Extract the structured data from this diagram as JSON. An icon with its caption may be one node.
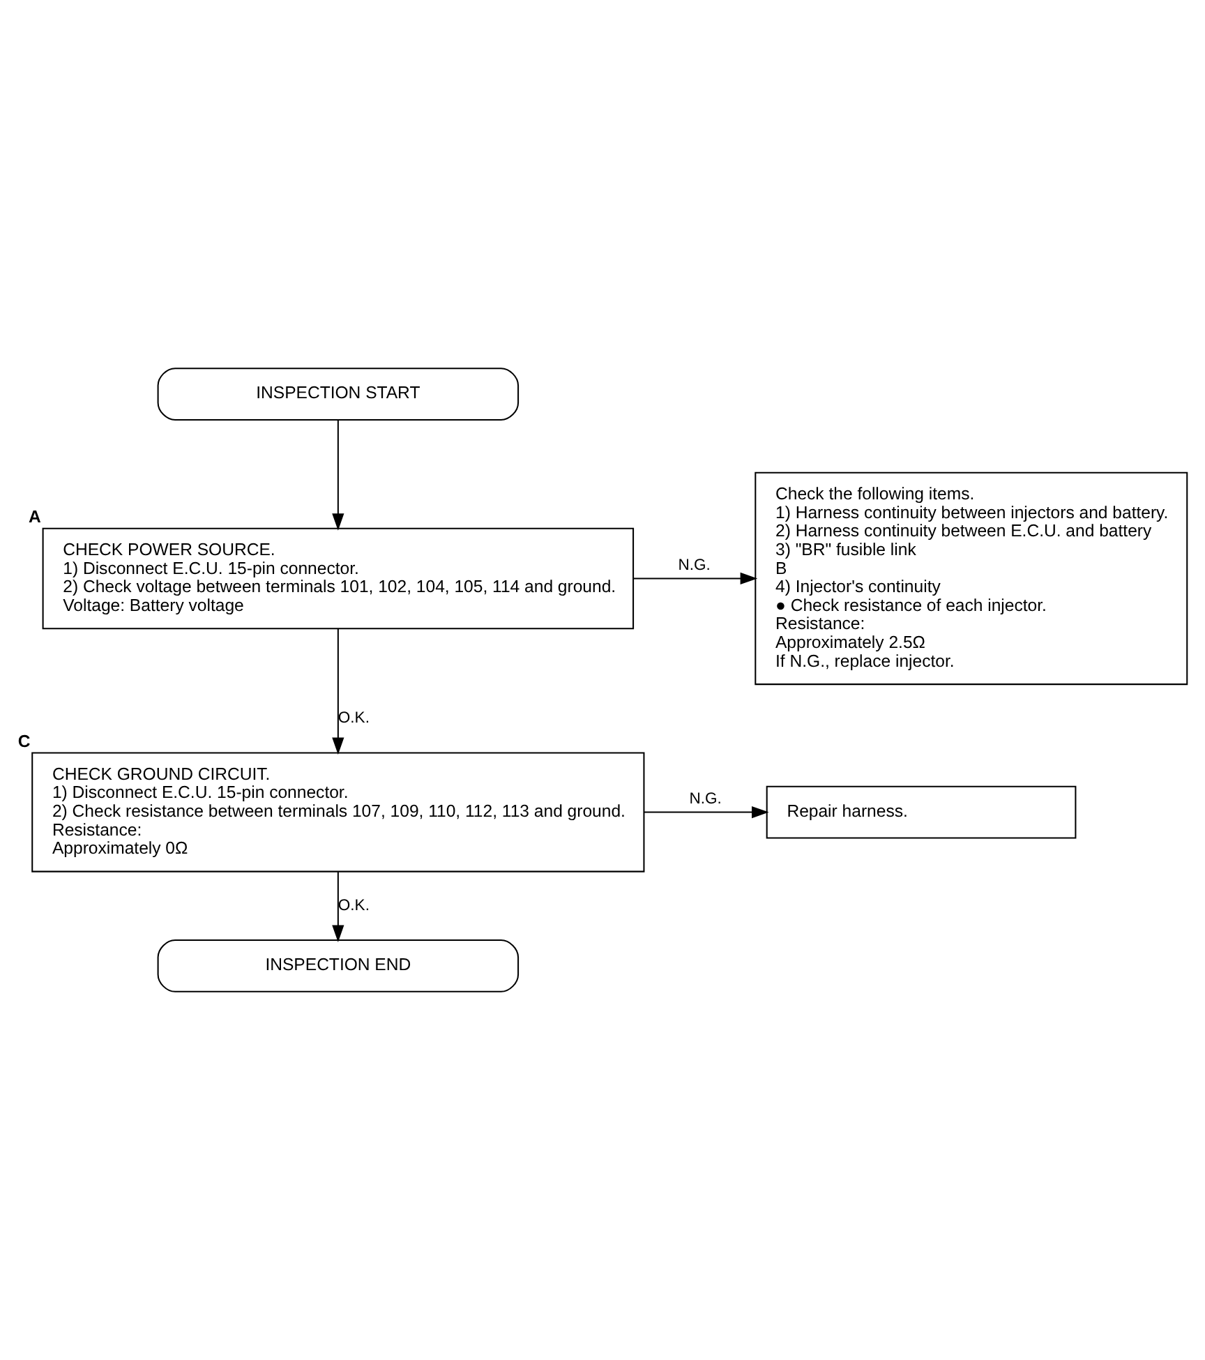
{
  "diagram": {
    "nodes": [
      {
        "text": [
          "INSPECTION START"
        ]
      },
      {
        "text": [
          "CHECK POWER SOURCE.",
          "1) Disconnect E.C.U. 15-pin connector.",
          "2) Check voltage between terminals 101, 102, 104, 105, 114 and ground.",
          "Voltage: Battery voltage"
        ],
        "beside": [
          "A"
        ]
      },
      {
        "text": [
          "Check the following items.",
          "1) Harness continuity between injectors and battery.",
          "2) Harness continuity between E.C.U. and battery",
          "3) \"BR\" fusible link",
          "B",
          "4) Injector's continuity",
          "● Check resistance of each injector.",
          "Resistance:",
          "Approximately 2.5Ω",
          "If N.G., replace injector."
        ]
      },
      {
        "text": [
          "CHECK GROUND CIRCUIT.",
          "1) Disconnect E.C.U. 15-pin connector.",
          "2) Check resistance between terminals 107, 109, 110, 112, 113 and ground.",
          "Resistance:",
          "Approximately 0Ω"
        ],
        "beside": [
          "C"
        ]
      },
      {
        "text": [
          "Repair harness."
        ]
      },
      {
        "text": [
          "INSPECTION END"
        ]
      }
    ],
    "edges": [
      {
        "from": 0,
        "to": 1,
        "arrow": "to"
      },
      {
        "from": 1,
        "to": 2,
        "arrow": "to",
        "label": "N.G."
      },
      {
        "from": 1,
        "to": 3,
        "arrow": "to",
        "label": "O.K."
      },
      {
        "from": 3,
        "to": 4,
        "arrow": "to",
        "label": "N.G."
      },
      {
        "from": 3,
        "to": 5,
        "arrow": "to",
        "label": "O.K."
      }
    ]
  }
}
